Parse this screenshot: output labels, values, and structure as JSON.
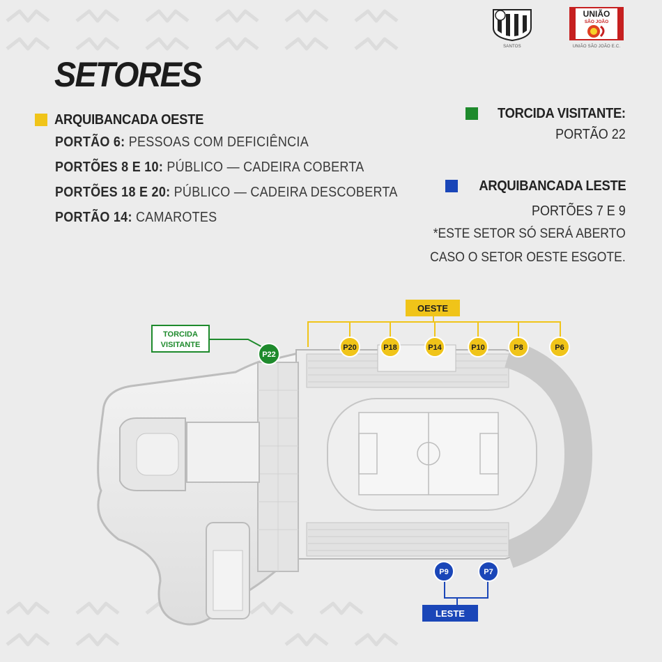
{
  "title": "SETORES",
  "logos": {
    "santos_caption": "SANTOS",
    "uniao_text_line1": "UNIÃO",
    "uniao_text_line2": "SÃO JOÃO",
    "uniao_caption": "UNIÃO SÃO JOÃO E.C."
  },
  "west": {
    "heading": "ARQUIBANCADA OESTE",
    "color": "#f0c419",
    "gates": [
      {
        "label": "PORTÃO 6:",
        "value": " PESSOAS COM DEFICIÊNCIA"
      },
      {
        "label": "PORTÕES 8 E 10:",
        "value": " PÚBLICO — CADEIRA COBERTA"
      },
      {
        "label": "PORTÕES 18 E 20:",
        "value": " PÚBLICO — CADEIRA DESCOBERTA"
      },
      {
        "label": "PORTÃO 14:",
        "value": " CAMAROTES"
      }
    ]
  },
  "visitors": {
    "heading": "TORCIDA VISITANTE:",
    "gate": "PORTÃO 22",
    "color": "#1e8a2c"
  },
  "east": {
    "heading": "ARQUIBANCADA LESTE",
    "gates": "PORTÕES 7 E 9",
    "note_line1": "*ESTE SETOR SÓ SERÁ ABERTO",
    "note_line2": "CASO O SETOR OESTE ESGOTE.",
    "color": "#1a46b8"
  },
  "map": {
    "west_tag": "OESTE",
    "west_gates": [
      "P20",
      "P18",
      "P14",
      "P10",
      "P8",
      "P6"
    ],
    "visitor_tag_line1": "TORCIDA",
    "visitor_tag_line2": "VISITANTE",
    "visitor_gate": "P22",
    "east_tag": "LESTE",
    "east_gates": [
      "P9",
      "P7"
    ]
  }
}
